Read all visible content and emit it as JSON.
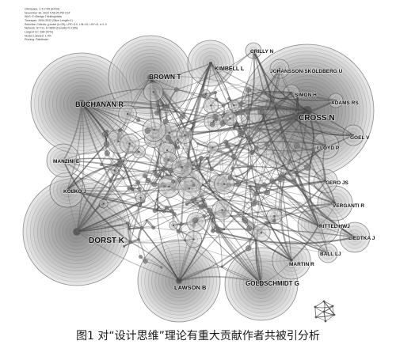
{
  "figure": {
    "metadata_lines": [
      "CiteSpace, v. 5.7.R5 (64-bit)",
      "November 16, 2022 5:56:25 PM CST",
      "WoS: E:\\Design Thinking\\data",
      "Timespan: 2004-2022 (Slice Length=1)",
      "Selection Criteria: g-index (k=25), LRF=3.0, L/N=10, LBY=5, e=1.0",
      "Network: N=711, E=3899 (Density=0.0155)",
      "Largest CC: 690 (97%)",
      "Nodes Labeled: 1.0%",
      "Pruning: Pathfinder"
    ],
    "caption": "图1 对“设计思维”理论有重大贡献作者共被引分析"
  },
  "nodes": [
    {
      "label": "BUCHANAN R"
    },
    {
      "label": "BROWN T"
    },
    {
      "label": "KIMBELL L"
    },
    {
      "label": "CRILLY N"
    },
    {
      "label": "JOHANSSON-SKÖLDBERG U"
    },
    {
      "label": "SIMON H"
    },
    {
      "label": "ADAMS RS"
    },
    {
      "label": "CROSS N"
    },
    {
      "label": "GOEL V"
    },
    {
      "label": "LLOYD P"
    },
    {
      "label": "MANZINI E"
    },
    {
      "label": "GERO JS"
    },
    {
      "label": "KOLKO J"
    },
    {
      "label": "VERGANTI R"
    },
    {
      "label": "RITTEL HWJ"
    },
    {
      "label": "LIEDTKA J"
    },
    {
      "label": "DORST K"
    },
    {
      "label": "BALL LJ"
    },
    {
      "label": "MARTIN R"
    },
    {
      "label": "LAWSON B"
    },
    {
      "label": "GOLDSCHMIDT G"
    }
  ],
  "colors": {
    "background": "#ffffff",
    "node_core": "#5a5a5a",
    "label": "#111111",
    "caption": "#1a1a1a"
  }
}
